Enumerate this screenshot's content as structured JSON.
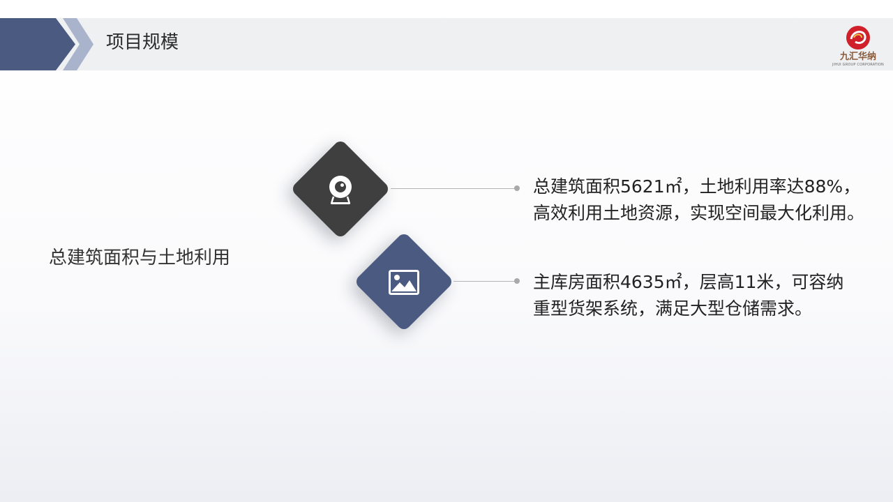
{
  "header": {
    "title": "项目规模"
  },
  "logo": {
    "name": "九汇华纳",
    "subtitle": "JIHUI GROUP CORPORATION"
  },
  "section": {
    "label": "总建筑面积与土地利用"
  },
  "points": [
    {
      "icon": "webcam-icon",
      "lines": [
        "总建筑面积5621㎡，土地利用率达88%，",
        "高效利用土地资源，实现空间最大化利用。"
      ]
    },
    {
      "icon": "image-icon",
      "lines": [
        "主库房面积4635㎡，层高11米，可容纳",
        "重型货架系统，满足大型仓储需求。"
      ]
    }
  ],
  "colors": {
    "header_band": "#eef0f2",
    "chevron_dark": "#4b5a80",
    "chevron_light": "#a9b4cc",
    "diamond_dark": "#3f3f3f",
    "diamond_blue": "#4b5a80",
    "logo_red": "#d0202a"
  }
}
